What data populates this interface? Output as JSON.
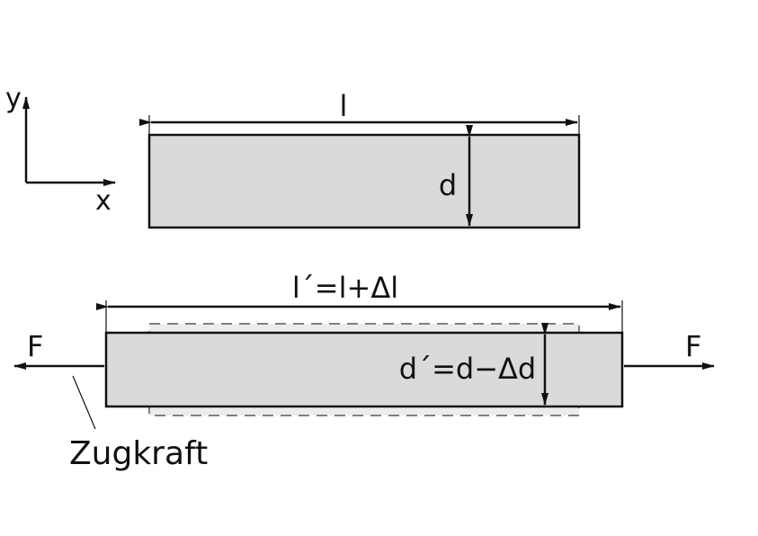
{
  "diagram": {
    "type": "tensile deformation schematic",
    "colors": {
      "bar_fill": "#d9dadc",
      "ghost_fill": "#ececec",
      "ghost_stroke": "#808080",
      "line": "#111111",
      "background": "#ffffff"
    },
    "axes": {
      "x_label": "x",
      "y_label": "y"
    },
    "original_bar": {
      "length_label": "l",
      "thickness_label": "d"
    },
    "deformed_bar": {
      "length_label": "l´=l+Δl",
      "thickness_label": "d´=d−Δd"
    },
    "forces": {
      "left_label": "F",
      "right_label": "F",
      "annotation": "Zugkraft"
    }
  }
}
